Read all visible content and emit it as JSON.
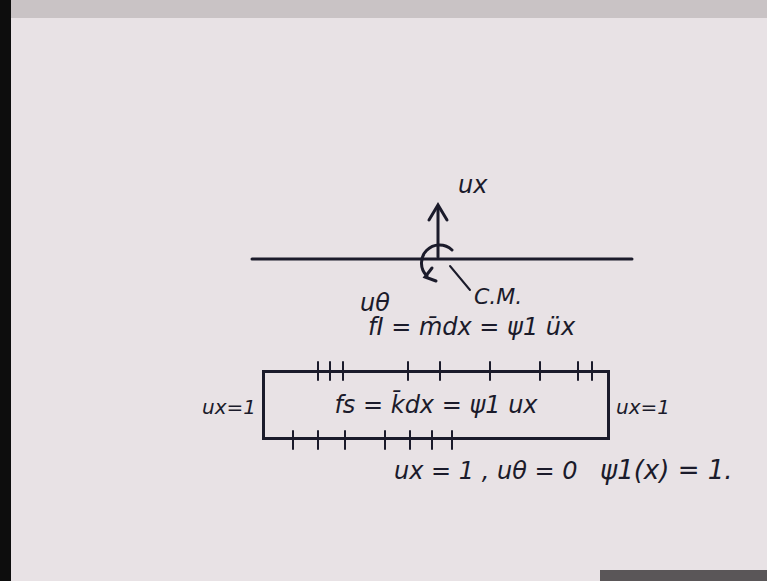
{
  "diagram": {
    "nodes": [
      {
        "text": [
          "fs = k̄dx = ψ1 ux"
        ]
      }
    ],
    "labels": [
      "ux",
      "uθ",
      "C.M.",
      "fI = m̄dx = ψ1 üx",
      "ux=1",
      "ux=1",
      "ux = 1 , uθ = 0",
      "ψ1(x) = 1."
    ]
  }
}
